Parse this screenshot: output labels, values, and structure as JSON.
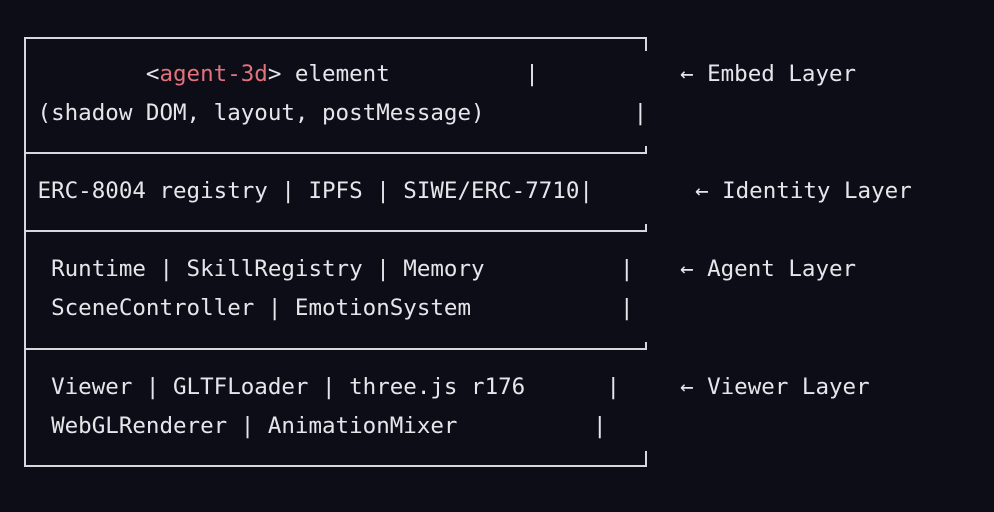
{
  "layers": [
    {
      "lines": [
        {
          "prefix": "         <",
          "tag": "agent-3d",
          "suffix": "> element          |"
        },
        {
          "text": " (shadow DOM, layout, postMessage)           |"
        }
      ],
      "label": "← Embed Layer"
    },
    {
      "lines": [
        {
          "text": " ERC-8004 registry | IPFS | SIWE/ERC-7710|"
        }
      ],
      "label": "← Identity Layer"
    },
    {
      "lines": [
        {
          "text": "  Runtime | SkillRegistry | Memory          |"
        },
        {
          "text": "  SceneController | EmotionSystem           |"
        }
      ],
      "label": "← Agent Layer"
    },
    {
      "lines": [
        {
          "text": "  Viewer | GLTFLoader | three.js r176      |"
        },
        {
          "text": "  WebGLRenderer | AnimationMixer          |"
        }
      ],
      "label": "← Viewer Layer"
    }
  ]
}
